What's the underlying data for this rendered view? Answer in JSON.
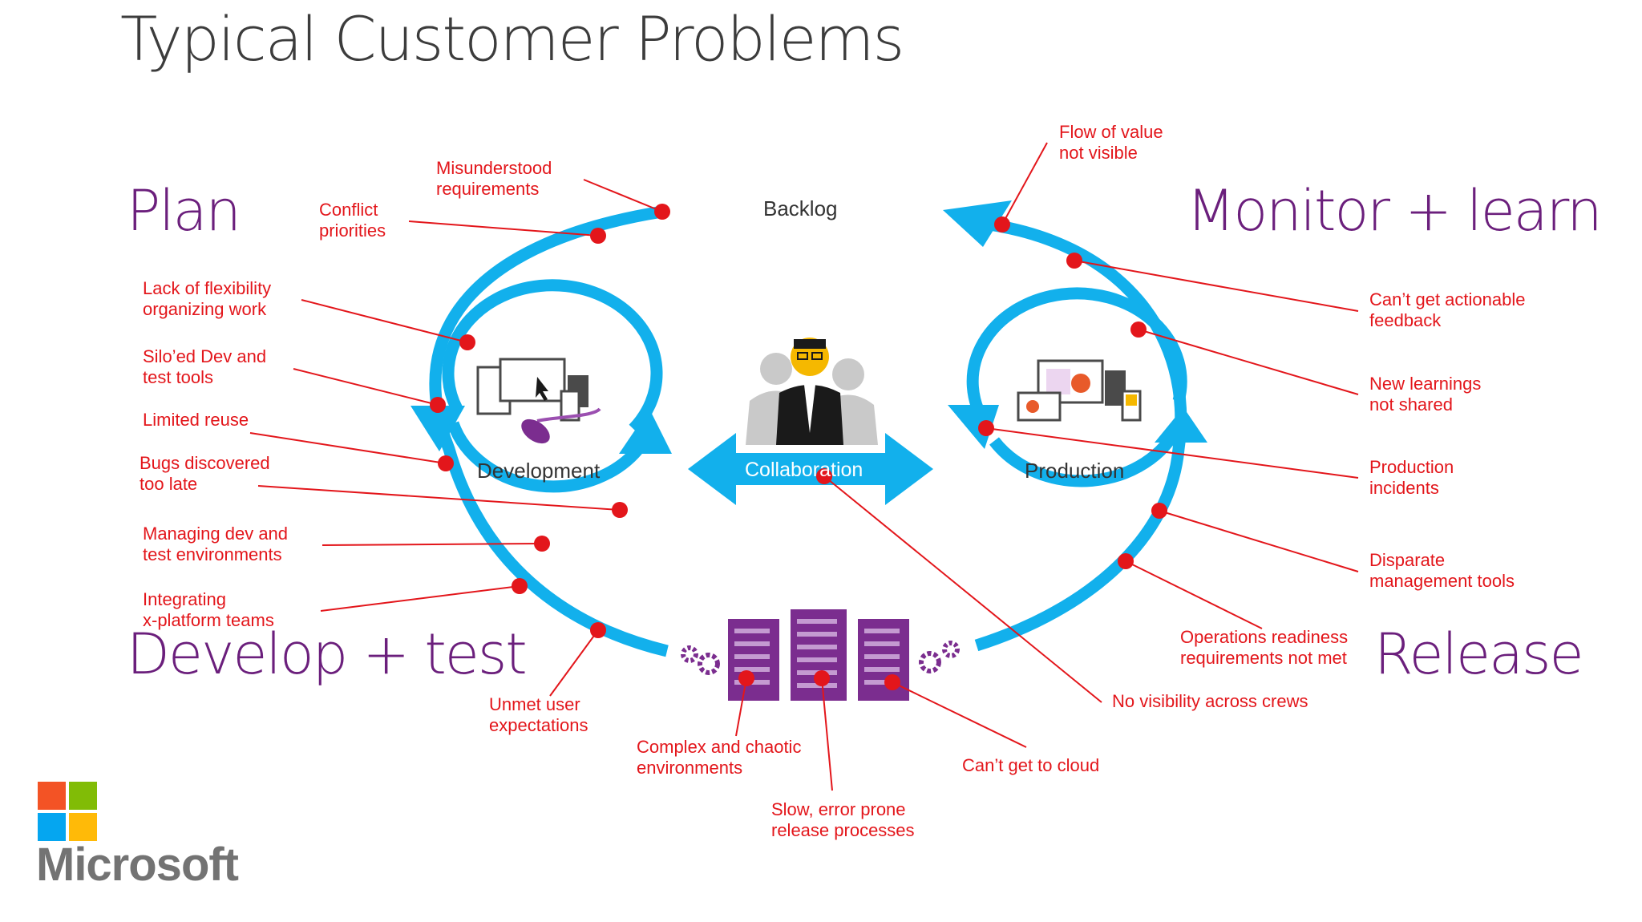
{
  "title": "Typical Customer Problems",
  "stages": {
    "plan": "Plan",
    "develop_test": "Develop + test",
    "monitor_learn": "Monitor + learn",
    "release": "Release"
  },
  "nodes": {
    "backlog": "Backlog",
    "development": "Development",
    "production": "Production",
    "collaboration": "Collaboration"
  },
  "problems": {
    "misunderstood": "Misunderstood\nrequirements",
    "conflict": "Conflict\npriorities",
    "flexibility": "Lack of flexibility\norganizing work",
    "siloed": "Silo’ed Dev and\ntest tools",
    "reuse": "Limited reuse",
    "bugs": "Bugs discovered\ntoo late",
    "managing": "Managing dev and\ntest environments",
    "integrating": "Integrating\nx-platform teams",
    "unmet": "Unmet user\nexpectations",
    "complex": "Complex and chaotic\nenvironments",
    "slow": "Slow, error prone\nrelease processes",
    "cloud": "Can’t get to cloud",
    "visibility": "No visibility across crews",
    "operations": "Operations readiness\nrequirements not met",
    "disparate": "Disparate\nmanagement tools",
    "incidents": "Production\nincidents",
    "learnings": "New learnings\nnot shared",
    "feedback": "Can’t get actionable\nfeedback",
    "flow": "Flow of value\nnot visible"
  },
  "logo": {
    "text": "Microsoft"
  },
  "colors": {
    "cycle": "#12b0ec",
    "problem": "#e3161b",
    "stage": "#6b1f7c",
    "server": "#7b2d8f",
    "logo_red": "#f35325",
    "logo_green": "#81bc06",
    "logo_blue": "#05a6f0",
    "logo_yellow": "#ffba08"
  },
  "icons": [
    "development-devices-icon",
    "production-dashboard-icon",
    "people-icon",
    "server-rack-icon",
    "gear-icon"
  ]
}
